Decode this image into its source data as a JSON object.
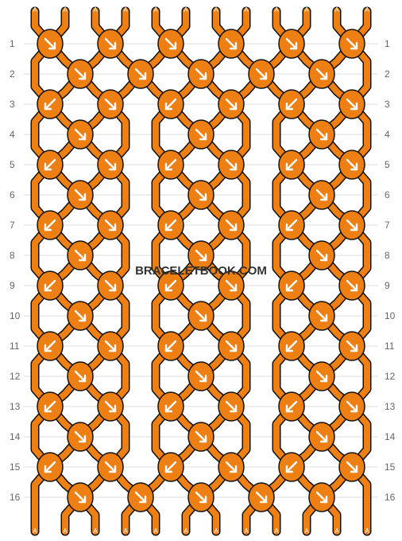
{
  "watermark": "BRACELETBOOK.COM",
  "colors": {
    "thread": "#ee7f13",
    "outline": "#111111",
    "arrow": "#ffffff",
    "gridline": "#dddddd",
    "rowNumber": "#666666"
  },
  "strings": {
    "top": [
      "A",
      "A",
      "A",
      "A",
      "A",
      "A",
      "A",
      "A",
      "A",
      "A",
      "A",
      "A"
    ],
    "bottom": [
      "A",
      "A",
      "A",
      "A",
      "A",
      "A",
      "A",
      "A",
      "A",
      "A",
      "A",
      "A"
    ]
  },
  "rows": [
    {
      "number": "1",
      "knots": [
        "rr",
        "rr",
        "rr",
        "rr",
        "rr",
        "rr"
      ]
    },
    {
      "number": "2",
      "knots": [
        "rr",
        "rr",
        "rr",
        "rr",
        "rr"
      ]
    },
    {
      "number": "3",
      "knots": [
        "ll",
        "rl",
        "ll",
        "rl",
        "ll",
        "rl"
      ]
    },
    {
      "number": "4",
      "knots": [
        "rr",
        "",
        "rr",
        "",
        "rr"
      ]
    },
    {
      "number": "5",
      "knots": [
        "ll",
        "rl",
        "ll",
        "rl",
        "ll",
        "rl"
      ]
    },
    {
      "number": "6",
      "knots": [
        "rr",
        "",
        "rr",
        "",
        "rr"
      ]
    },
    {
      "number": "7",
      "knots": [
        "ll",
        "rl",
        "ll",
        "rl",
        "ll",
        "rl"
      ]
    },
    {
      "number": "8",
      "knots": [
        "rr",
        "",
        "rr",
        "",
        "rr"
      ]
    },
    {
      "number": "9",
      "knots": [
        "ll",
        "rl",
        "ll",
        "rl",
        "ll",
        "rl"
      ]
    },
    {
      "number": "10",
      "knots": [
        "rr",
        "",
        "rr",
        "",
        "rr"
      ]
    },
    {
      "number": "11",
      "knots": [
        "ll",
        "rl",
        "ll",
        "rl",
        "ll",
        "rl"
      ]
    },
    {
      "number": "12",
      "knots": [
        "rr",
        "",
        "rr",
        "",
        "rr"
      ]
    },
    {
      "number": "13",
      "knots": [
        "ll",
        "rl",
        "ll",
        "rl",
        "ll",
        "rl"
      ]
    },
    {
      "number": "14",
      "knots": [
        "rr",
        "",
        "rr",
        "",
        "rr"
      ]
    },
    {
      "number": "15",
      "knots": [
        "ll",
        "rl",
        "ll",
        "rl",
        "ll",
        "rl"
      ]
    },
    {
      "number": "16",
      "knots": [
        "rr",
        "rr",
        "rr",
        "rr",
        "rr"
      ]
    }
  ]
}
